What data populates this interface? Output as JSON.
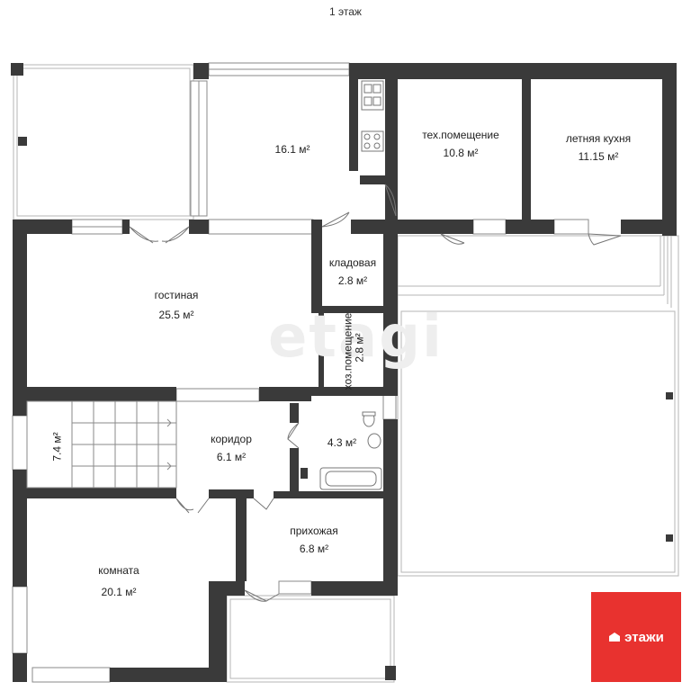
{
  "title": "1 этаж",
  "rooms": {
    "kitchen": {
      "area": "16.1 м²"
    },
    "tech": {
      "name": "тех.помещение",
      "area": "10.8 м²"
    },
    "summer_kitchen": {
      "name": "летняя кухня",
      "area": "11.15 м²"
    },
    "pantry": {
      "name": "кладовая",
      "area": "2.8 м²"
    },
    "utility": {
      "name": "хоз.помещение",
      "area": "2.8 м²"
    },
    "living": {
      "name": "гостиная",
      "area": "25.5 м²"
    },
    "stairs": {
      "area": "7.4 м²"
    },
    "corridor": {
      "name": "коридор",
      "area": "6.1 м²"
    },
    "bath": {
      "area": "4.3 м²"
    },
    "hall": {
      "name": "прихожая",
      "area": "6.8 м²"
    },
    "room": {
      "name": "комната",
      "area": "20.1 м²"
    }
  },
  "watermark": "etagi",
  "brand": {
    "name": "этажи",
    "color": "#e8322f"
  },
  "colors": {
    "wall": "#3a3a3a",
    "line": "#9a9a9a"
  }
}
